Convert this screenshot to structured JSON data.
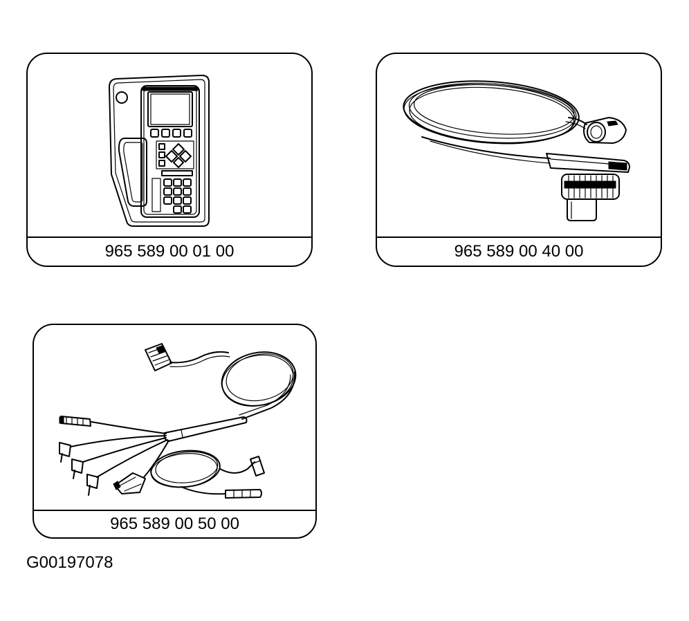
{
  "panels": [
    {
      "part_number": "965 589 00 01 00"
    },
    {
      "part_number": "965 589 00 40 00"
    },
    {
      "part_number": "965 589 00 50 00"
    }
  ],
  "figure_id": "G00197078"
}
